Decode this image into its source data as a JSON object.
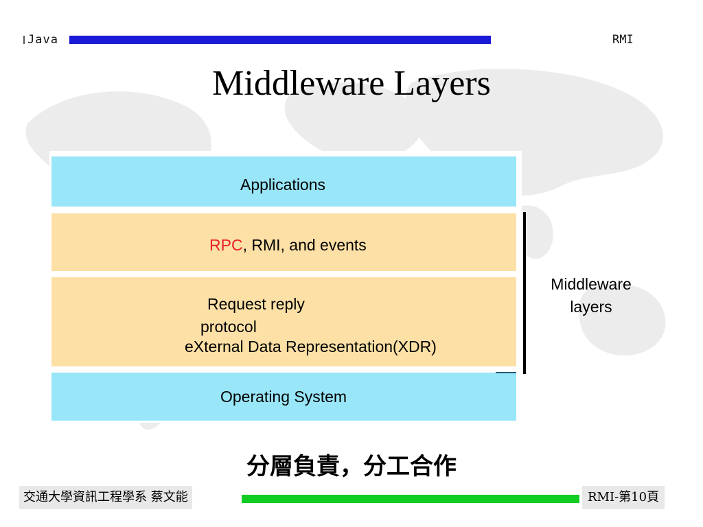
{
  "header": {
    "left_label": "Java",
    "right_label": "RMI"
  },
  "title": "Middleware Layers",
  "diagram": {
    "applications": "Applications",
    "rpc_highlight": "RPC",
    "rpc_rest": ", RMI, and events",
    "request_line1": "Request reply",
    "request_line2": "protocol",
    "request_line3": "eXternal Data Representation(XDR)",
    "os": "Operating System",
    "middleware_label": "Middleware\nlayers"
  },
  "subtitle": "分層負責，分工合作",
  "footer": {
    "left": "交通大學資訊工程學系 蔡文能",
    "right": "RMI-第10頁"
  },
  "colors": {
    "header_bar": "#1a1ad6",
    "footer_bar": "#11cc22",
    "layer_blue": "#99e6f8",
    "layer_orange": "#fce0a6",
    "rpc_red": "#e8202a"
  }
}
